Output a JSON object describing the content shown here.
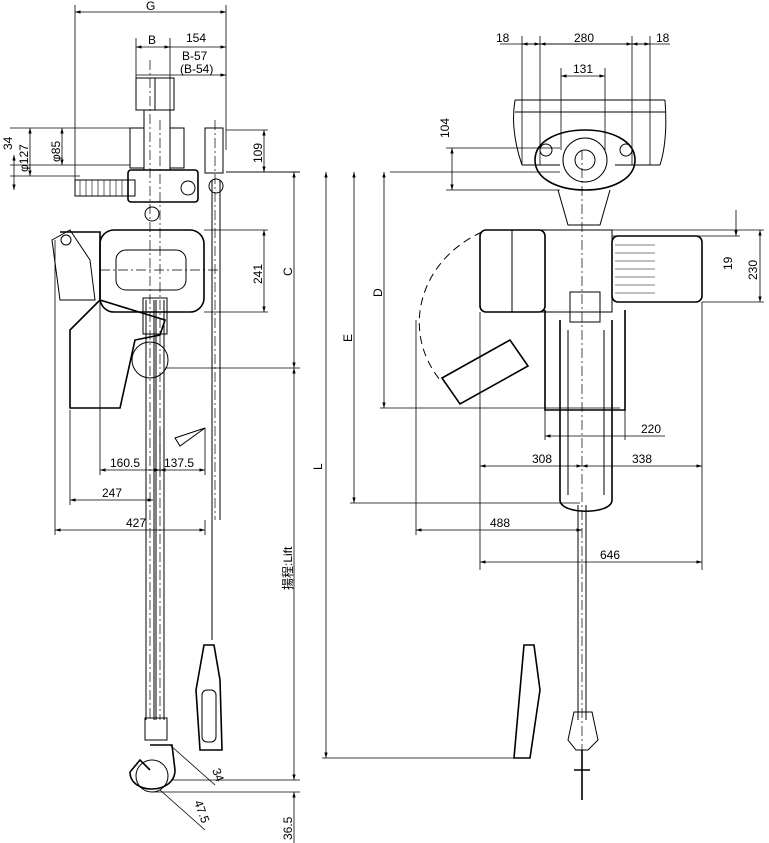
{
  "labels": {
    "G": "G",
    "B": "B",
    "d154": "154",
    "b57": "B-57",
    "b54": "(B-54)",
    "d34": "34",
    "phi127": "φ127",
    "phi85": "φ85",
    "d109": "109",
    "d241": "241",
    "C": "C",
    "d160_5": "160.5",
    "d137_5": "137.5",
    "d247": "247",
    "d427": "427",
    "lift": "揚程:Lift",
    "L": "L",
    "d34b": "34",
    "d47_5": "47.5",
    "d36_5": "36.5",
    "d18a": "18",
    "d280": "280",
    "d18b": "18",
    "d131": "131",
    "d104": "104",
    "d19": "19",
    "d230": "230",
    "D": "D",
    "E": "E",
    "d220": "220",
    "d308": "308",
    "d338": "338",
    "d488": "488",
    "d646": "646"
  }
}
